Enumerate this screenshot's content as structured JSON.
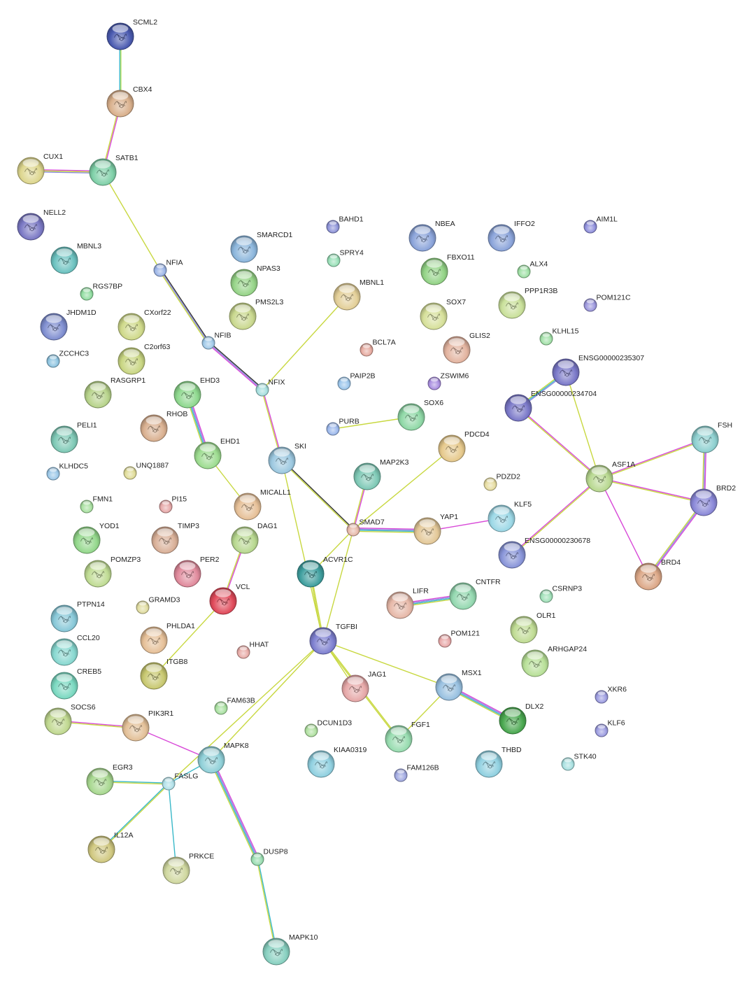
{
  "network": {
    "nodes": [
      {
        "id": "SCML2",
        "label": "SCML2",
        "color": "#4a5ab0"
      },
      {
        "id": "CBX4",
        "label": "CBX4",
        "color": "#d9b08c"
      },
      {
        "id": "CUX1",
        "label": "CUX1",
        "color": "#ddd68e"
      },
      {
        "id": "SATB1",
        "label": "SATB1",
        "color": "#7fd0a8"
      },
      {
        "id": "NELL2",
        "label": "NELL2",
        "color": "#7a78c4"
      },
      {
        "id": "MBNL3",
        "label": "MBNL3",
        "color": "#6cc2c0"
      },
      {
        "id": "RGS7BP",
        "label": "RGS7BP",
        "color": "#90dca0"
      },
      {
        "id": "JHDM1D",
        "label": "JHDM1D",
        "color": "#7f8ed0"
      },
      {
        "id": "ZCCHC3",
        "label": "ZCCHC3",
        "color": "#8ec4e0"
      },
      {
        "id": "CXorf22",
        "label": "CXorf22",
        "color": "#cfd98a"
      },
      {
        "id": "C2orf63",
        "label": "C2orf63",
        "color": "#c9d683"
      },
      {
        "id": "RASGRP1",
        "label": "RASGRP1",
        "color": "#b7d38b"
      },
      {
        "id": "NFIA",
        "label": "NFIA",
        "color": "#9bb4e6"
      },
      {
        "id": "NFIB",
        "label": "NFIB",
        "color": "#a0c9e8"
      },
      {
        "id": "NFIX",
        "label": "NFIX",
        "color": "#a5dedd"
      },
      {
        "id": "SMARCD1",
        "label": "SMARCD1",
        "color": "#8cb6dc"
      },
      {
        "id": "NPAS3",
        "label": "NPAS3",
        "color": "#96d488"
      },
      {
        "id": "PMS2L3",
        "label": "PMS2L3",
        "color": "#c9d88e"
      },
      {
        "id": "BAHD1",
        "label": "BAHD1",
        "color": "#8d93d8"
      },
      {
        "id": "SPRY4",
        "label": "SPRY4",
        "color": "#99e0b8"
      },
      {
        "id": "MBNL1",
        "label": "MBNL1",
        "color": "#e3cf98"
      },
      {
        "id": "NBEA",
        "label": "NBEA",
        "color": "#8ba4da"
      },
      {
        "id": "IFFO2",
        "label": "IFFO2",
        "color": "#8ba4da"
      },
      {
        "id": "AIM1L",
        "label": "AIM1L",
        "color": "#8f8fdc"
      },
      {
        "id": "FBXO11",
        "label": "FBXO11",
        "color": "#93d386"
      },
      {
        "id": "ALX4",
        "label": "ALX4",
        "color": "#9fe0a5"
      },
      {
        "id": "PPP1R3B",
        "label": "PPP1R3B",
        "color": "#c9e09a"
      },
      {
        "id": "POM121C",
        "label": "POM121C",
        "color": "#9b96dc"
      },
      {
        "id": "SOX7",
        "label": "SOX7",
        "color": "#d6e09a"
      },
      {
        "id": "KLHL15",
        "label": "KLHL15",
        "color": "#a2e0a8"
      },
      {
        "id": "BCL7A",
        "label": "BCL7A",
        "color": "#e6aaa0"
      },
      {
        "id": "GLIS2",
        "label": "GLIS2",
        "color": "#e3b4a0"
      },
      {
        "id": "PAIP2B",
        "label": "PAIP2B",
        "color": "#9cc6ec"
      },
      {
        "id": "ZSWIM6",
        "label": "ZSWIM6",
        "color": "#a98ee0"
      },
      {
        "id": "ENSG00000235307",
        "label": "ENSG00000235307",
        "color": "#7a78c8"
      },
      {
        "id": "ENSG00000234704",
        "label": "ENSG00000234704",
        "color": "#7a78c8"
      },
      {
        "id": "EHD3",
        "label": "EHD3",
        "color": "#8ed88e"
      },
      {
        "id": "RHOB",
        "label": "RHOB",
        "color": "#d9b090"
      },
      {
        "id": "EHD1",
        "label": "EHD1",
        "color": "#9ddc90"
      },
      {
        "id": "PURB",
        "label": "PURB",
        "color": "#9cb8ec"
      },
      {
        "id": "SOX6",
        "label": "SOX6",
        "color": "#8fd8a6"
      },
      {
        "id": "PDCD4",
        "label": "PDCD4",
        "color": "#e6c98c"
      },
      {
        "id": "PELI1",
        "label": "PELI1",
        "color": "#7fc9b6"
      },
      {
        "id": "KLHDC5",
        "label": "KLHDC5",
        "color": "#9cc8e8"
      },
      {
        "id": "UNQ1887",
        "label": "UNQ1887",
        "color": "#e0dc98"
      },
      {
        "id": "SKI",
        "label": "SKI",
        "color": "#9cc8e0"
      },
      {
        "id": "MAP2K3",
        "label": "MAP2K3",
        "color": "#7fc9b6"
      },
      {
        "id": "FSH",
        "label": "FSH",
        "color": "#8ed0d0"
      },
      {
        "id": "ASF1A",
        "label": "ASF1A",
        "color": "#b8d890"
      },
      {
        "id": "PDZD2",
        "label": "PDZD2",
        "color": "#e6dca0"
      },
      {
        "id": "MICALL1",
        "label": "MICALL1",
        "color": "#e6c098"
      },
      {
        "id": "FMN1",
        "label": "FMN1",
        "color": "#a8e0a0"
      },
      {
        "id": "PI15",
        "label": "PI15",
        "color": "#e6a8a8"
      },
      {
        "id": "KLF5",
        "label": "KLF5",
        "color": "#9cd8e6"
      },
      {
        "id": "BRD2",
        "label": "BRD2",
        "color": "#8a88d8"
      },
      {
        "id": "YOD1",
        "label": "YOD1",
        "color": "#94d88c"
      },
      {
        "id": "TIMP3",
        "label": "TIMP3",
        "color": "#d9b098"
      },
      {
        "id": "DAG1",
        "label": "DAG1",
        "color": "#b8d890"
      },
      {
        "id": "SMAD7",
        "label": "SMAD7",
        "color": "#e6b8a8"
      },
      {
        "id": "YAP1",
        "label": "YAP1",
        "color": "#e3c898"
      },
      {
        "id": "ENSG00000230678",
        "label": "ENSG00000230678",
        "color": "#8894d8"
      },
      {
        "id": "POMZP3",
        "label": "POMZP3",
        "color": "#c0dc94"
      },
      {
        "id": "PER2",
        "label": "PER2",
        "color": "#e08a9c"
      },
      {
        "id": "ACVR1C",
        "label": "ACVR1C",
        "color": "#3e9e9e"
      },
      {
        "id": "BRD4",
        "label": "BRD4",
        "color": "#dca888"
      },
      {
        "id": "VCL",
        "label": "VCL",
        "color": "#e04a5a"
      },
      {
        "id": "CSRNP3",
        "label": "CSRNP3",
        "color": "#a0e0b8"
      },
      {
        "id": "LIFR",
        "label": "LIFR",
        "color": "#e6b8a8"
      },
      {
        "id": "CNTFR",
        "label": "CNTFR",
        "color": "#94d8b0"
      },
      {
        "id": "PTPN14",
        "label": "PTPN14",
        "color": "#88c8d8"
      },
      {
        "id": "GRAMD3",
        "label": "GRAMD3",
        "color": "#e0dca0"
      },
      {
        "id": "OLR1",
        "label": "OLR1",
        "color": "#c0dc94"
      },
      {
        "id": "PHLDA1",
        "label": "PHLDA1",
        "color": "#e6c098"
      },
      {
        "id": "TGFBI",
        "label": "TGFBI",
        "color": "#7e80d0"
      },
      {
        "id": "POM121",
        "label": "POM121",
        "color": "#e8a8a8"
      },
      {
        "id": "CCL20",
        "label": "CCL20",
        "color": "#88d8d0"
      },
      {
        "id": "HHAT",
        "label": "HHAT",
        "color": "#e8aca8"
      },
      {
        "id": "ITGB8",
        "label": "ITGB8",
        "color": "#c8c870"
      },
      {
        "id": "ARHGAP24",
        "label": "ARHGAP24",
        "color": "#b8e098"
      },
      {
        "id": "CREB5",
        "label": "CREB5",
        "color": "#7ad8c0"
      },
      {
        "id": "JAG1",
        "label": "JAG1",
        "color": "#e6a8a8"
      },
      {
        "id": "MSX1",
        "label": "MSX1",
        "color": "#98c0e0"
      },
      {
        "id": "XKR6",
        "label": "XKR6",
        "color": "#9c9ce0"
      },
      {
        "id": "SOCS6",
        "label": "SOCS6",
        "color": "#c0d890"
      },
      {
        "id": "PIK3R1",
        "label": "PIK3R1",
        "color": "#e3c098"
      },
      {
        "id": "FAM63B",
        "label": "FAM63B",
        "color": "#a8e0a0"
      },
      {
        "id": "DLX2",
        "label": "DLX2",
        "color": "#4aa850"
      },
      {
        "id": "KLF6",
        "label": "KLF6",
        "color": "#9c9ce0"
      },
      {
        "id": "DCUN1D3",
        "label": "DCUN1D3",
        "color": "#b0e0a0"
      },
      {
        "id": "FGF1",
        "label": "FGF1",
        "color": "#98dcb0"
      },
      {
        "id": "MAPK8",
        "label": "MAPK8",
        "color": "#90d0d8"
      },
      {
        "id": "KIAA0319",
        "label": "KIAA0319",
        "color": "#90d0e0"
      },
      {
        "id": "THBD",
        "label": "THBD",
        "color": "#90d0e0"
      },
      {
        "id": "STK40",
        "label": "STK40",
        "color": "#a8e0e0"
      },
      {
        "id": "FAM126B",
        "label": "FAM126B",
        "color": "#a0a8e0"
      },
      {
        "id": "EGR3",
        "label": "EGR3",
        "color": "#a8d890"
      },
      {
        "id": "FASLG",
        "label": "FASLG",
        "color": "#b0e0e8"
      },
      {
        "id": "IL12A",
        "label": "IL12A",
        "color": "#d0c880"
      },
      {
        "id": "PRKCE",
        "label": "PRKCE",
        "color": "#d0d8a0"
      },
      {
        "id": "DUSP8",
        "label": "DUSP8",
        "color": "#98dcb0"
      },
      {
        "id": "MAPK10",
        "label": "MAPK10",
        "color": "#88d0c0"
      }
    ],
    "edges": [
      {
        "source": "SCML2",
        "target": "CBX4",
        "colors": [
          "#a8d84a",
          "#39b8c8"
        ]
      },
      {
        "source": "CBX4",
        "target": "SATB1",
        "colors": [
          "#d84ad8",
          "#c8d840"
        ]
      },
      {
        "source": "CUX1",
        "target": "SATB1",
        "colors": [
          "#d84ad8",
          "#c8d840",
          "#8a8ae0"
        ]
      },
      {
        "source": "SATB1",
        "target": "NFIA",
        "colors": [
          "#c8d840"
        ]
      },
      {
        "source": "NFIA",
        "target": "NFIB",
        "colors": [
          "#333333",
          "#8a8ae0",
          "#c8d840"
        ]
      },
      {
        "source": "NFIB",
        "target": "NFIX",
        "colors": [
          "#333333",
          "#8a8ae0",
          "#d84ad8"
        ]
      },
      {
        "source": "NFIX",
        "target": "MBNL1",
        "colors": [
          "#c8d840"
        ]
      },
      {
        "source": "NFIX",
        "target": "SKI",
        "colors": [
          "#d84ad8",
          "#c8d840"
        ]
      },
      {
        "source": "SKI",
        "target": "SMAD7",
        "colors": [
          "#333333",
          "#c8d840"
        ]
      },
      {
        "source": "SKI",
        "target": "TGFBI",
        "colors": [
          "#c8d840"
        ]
      },
      {
        "source": "EHD3",
        "target": "EHD1",
        "colors": [
          "#d84ad8",
          "#8a8ae0",
          "#39b8c8",
          "#c8d840"
        ]
      },
      {
        "source": "EHD1",
        "target": "MICALL1",
        "colors": [
          "#c8d840"
        ]
      },
      {
        "source": "PURB",
        "target": "SOX6",
        "colors": [
          "#c8d840"
        ]
      },
      {
        "source": "PDCD4",
        "target": "SMAD7",
        "colors": [
          "#c8d840"
        ]
      },
      {
        "source": "MAP2K3",
        "target": "SMAD7",
        "colors": [
          "#d84ad8",
          "#c8d840"
        ]
      },
      {
        "source": "SMAD7",
        "target": "YAP1",
        "colors": [
          "#d84ad8",
          "#8a8ae0",
          "#39b8c8",
          "#c8d840"
        ]
      },
      {
        "source": "YAP1",
        "target": "KLF5",
        "colors": [
          "#d84ad8"
        ]
      },
      {
        "source": "SMAD7",
        "target": "ACVR1C",
        "colors": [
          "#c8d840"
        ]
      },
      {
        "source": "SMAD7",
        "target": "TGFBI",
        "colors": [
          "#c8d840"
        ]
      },
      {
        "source": "DAG1",
        "target": "VCL",
        "colors": [
          "#d84ad8",
          "#c8d840"
        ]
      },
      {
        "source": "VCL",
        "target": "ITGB8",
        "colors": [
          "#c8d840"
        ]
      },
      {
        "source": "ACVR1C",
        "target": "TGFBI",
        "colors": [
          "#c8d840",
          "#c8d840"
        ]
      },
      {
        "source": "LIFR",
        "target": "CNTFR",
        "colors": [
          "#d84ad8",
          "#8a8ae0",
          "#39b8c8",
          "#c8d840"
        ]
      },
      {
        "source": "TGFBI",
        "target": "JAG1",
        "colors": [
          "#c8d840"
        ]
      },
      {
        "source": "TGFBI",
        "target": "FGF1",
        "colors": [
          "#c8d840",
          "#c8d840"
        ]
      },
      {
        "source": "TGFBI",
        "target": "MSX1",
        "colors": [
          "#c8d840"
        ]
      },
      {
        "source": "TGFBI",
        "target": "MAPK8",
        "colors": [
          "#c8d840"
        ]
      },
      {
        "source": "TGFBI",
        "target": "FASLG",
        "colors": [
          "#c8d840"
        ]
      },
      {
        "source": "MSX1",
        "target": "DLX2",
        "colors": [
          "#d84ad8",
          "#8a8ae0",
          "#39b8c8",
          "#c8d840"
        ]
      },
      {
        "source": "MSX1",
        "target": "FGF1",
        "colors": [
          "#c8d840"
        ]
      },
      {
        "source": "ENSG00000235307",
        "target": "ENSG00000234704",
        "colors": [
          "#8a8ae0",
          "#39b8c8",
          "#c8d840"
        ]
      },
      {
        "source": "ENSG00000235307",
        "target": "ASF1A",
        "colors": [
          "#c8d840"
        ]
      },
      {
        "source": "ENSG00000234704",
        "target": "ASF1A",
        "colors": [
          "#d84ad8",
          "#c8d840"
        ]
      },
      {
        "source": "ENSG00000230678",
        "target": "ASF1A",
        "colors": [
          "#d84ad8",
          "#c8d840"
        ]
      },
      {
        "source": "ASF1A",
        "target": "FSH",
        "colors": [
          "#d84ad8",
          "#c8d840"
        ]
      },
      {
        "source": "ASF1A",
        "target": "BRD2",
        "colors": [
          "#d84ad8",
          "#c8d840"
        ]
      },
      {
        "source": "ASF1A",
        "target": "BRD4",
        "colors": [
          "#d84ad8"
        ]
      },
      {
        "source": "FSH",
        "target": "BRD2",
        "colors": [
          "#d84ad8",
          "#8a8ae0",
          "#c8d840"
        ]
      },
      {
        "source": "BRD2",
        "target": "BRD4",
        "colors": [
          "#d84ad8",
          "#8a8ae0",
          "#c8d840"
        ]
      },
      {
        "source": "SOCS6",
        "target": "PIK3R1",
        "colors": [
          "#d84ad8",
          "#c8d840"
        ]
      },
      {
        "source": "PIK3R1",
        "target": "MAPK8",
        "colors": [
          "#d84ad8"
        ]
      },
      {
        "source": "MAPK8",
        "target": "FASLG",
        "colors": [
          "#39b8c8"
        ]
      },
      {
        "source": "EGR3",
        "target": "FASLG",
        "colors": [
          "#39b8c8",
          "#c8d840"
        ]
      },
      {
        "source": "IL12A",
        "target": "FASLG",
        "colors": [
          "#39b8c8",
          "#c8d840"
        ]
      },
      {
        "source": "PRKCE",
        "target": "FASLG",
        "colors": [
          "#39b8c8"
        ]
      },
      {
        "source": "MAPK8",
        "target": "DUSP8",
        "colors": [
          "#d84ad8",
          "#8a8ae0",
          "#39b8c8",
          "#c8d840"
        ]
      },
      {
        "source": "DUSP8",
        "target": "MAPK10",
        "colors": [
          "#39b8c8",
          "#c8d840"
        ]
      }
    ]
  }
}
